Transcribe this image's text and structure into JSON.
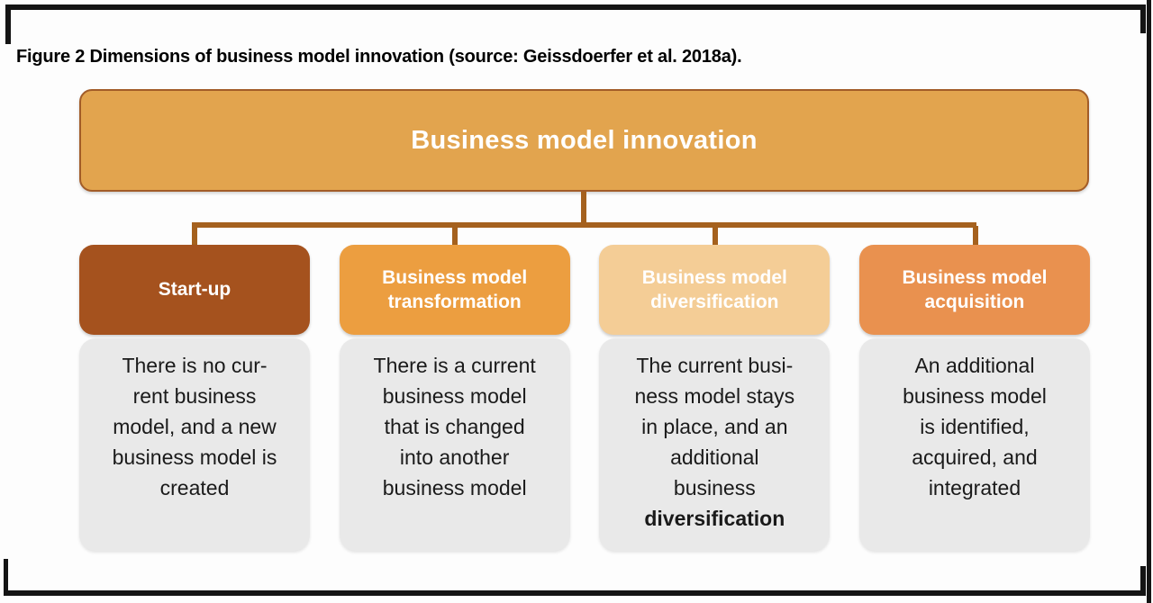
{
  "caption": "Figure 2 Dimensions of business model innovation (source: Geissdoerfer et al. 2018a).",
  "root": {
    "label": "Business model innovation"
  },
  "branches": [
    {
      "label": "Start-up",
      "color": "#a5521e",
      "description": "There is no cur-\nrent business\nmodel, and a new\nbusiness model is\ncreated"
    },
    {
      "label": "Business model\ntransformation",
      "color": "#ec9e40",
      "description": "There is a current\nbusiness model\nthat is changed\ninto another\nbusiness model"
    },
    {
      "label": "Business model\ndiversification",
      "color": "#f4cd96",
      "description": "The current busi-\nness model stays\nin place, and an\nadditional\nbusiness\n",
      "description_bold": "diversification"
    },
    {
      "label": "Business model\nacquisition",
      "color": "#e9914f",
      "description": "An additional\nbusiness model\nis identified,\nacquired, and\nintegrated"
    }
  ],
  "colors": {
    "root_fill": "#e2a44e",
    "root_border": "#a25c28",
    "connector": "#a5611e",
    "description_background": "#e9e9e9",
    "frame": "#141414",
    "text_light": "#ffffff",
    "text_dark": "#1a1a1a"
  }
}
